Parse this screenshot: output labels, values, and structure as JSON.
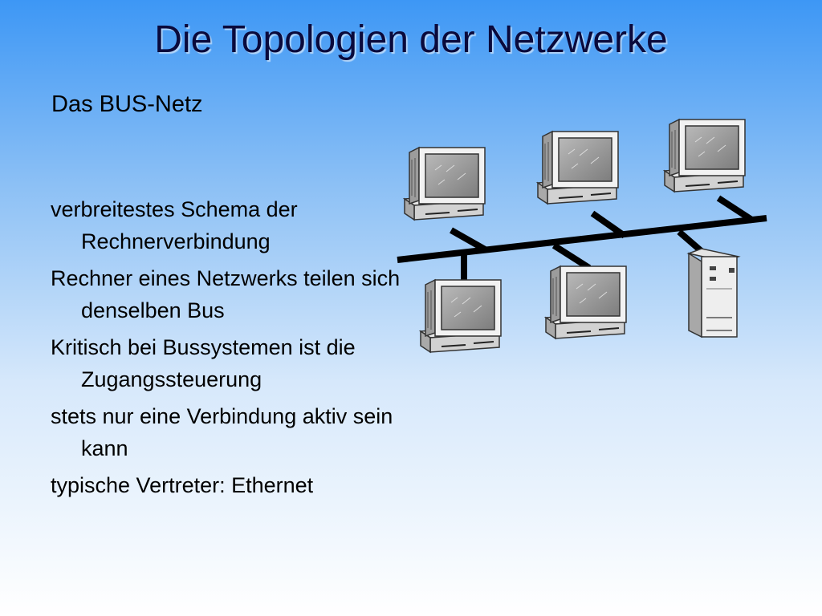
{
  "slide": {
    "title": "Die Topologien der Netzwerke",
    "subtitle": "Das BUS-Netz",
    "bullets": [
      "verbreitestes Schema der Rechnerverbindung",
      "Rechner eines Netzwerks teilen sich denselben Bus",
      "Kritisch bei Bussystemen ist die Zugangssteuerung",
      "stets nur eine Verbindung aktiv sein kann",
      "typische Vertreter: Ethernet"
    ]
  },
  "diagram": {
    "nodes": [
      {
        "name": "computer-top-left",
        "kind": "computer-icon"
      },
      {
        "name": "computer-top-middle",
        "kind": "computer-icon"
      },
      {
        "name": "computer-top-right",
        "kind": "computer-icon"
      },
      {
        "name": "computer-bottom-left",
        "kind": "computer-icon"
      },
      {
        "name": "computer-bottom-middle",
        "kind": "computer-icon"
      },
      {
        "name": "server-tower",
        "kind": "server-icon"
      }
    ],
    "bus_color": "#000000"
  }
}
